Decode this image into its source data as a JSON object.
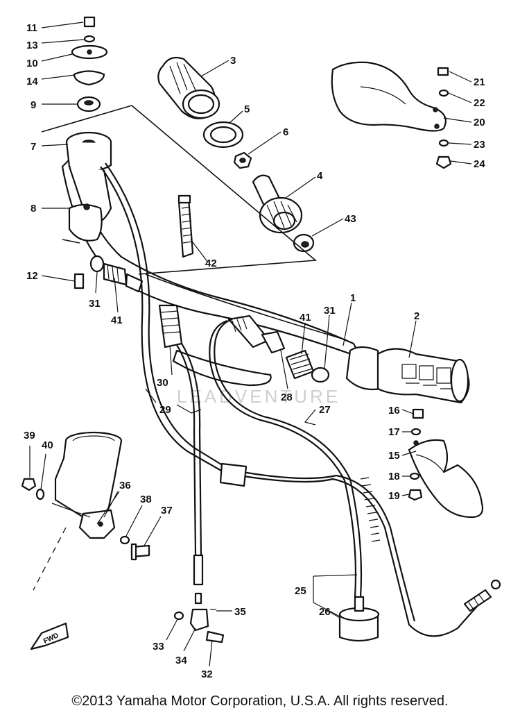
{
  "diagram": {
    "labels": [
      "11",
      "13",
      "10",
      "14",
      "9",
      "7",
      "8",
      "12",
      "31",
      "41",
      "3",
      "5",
      "6",
      "4",
      "43",
      "42",
      "21",
      "22",
      "20",
      "23",
      "24",
      "1",
      "2",
      "41",
      "31",
      "28",
      "30",
      "29",
      "27",
      "16",
      "17",
      "15",
      "18",
      "19",
      "39",
      "40",
      "36",
      "38",
      "37",
      "25",
      "26",
      "35",
      "33",
      "34",
      "32"
    ],
    "watermark": "LEADVENTURE",
    "fwd_arrow": "FWD"
  },
  "footer": {
    "copyright": "©2013 Yamaha Motor Corporation, U.S.A. All rights reserved."
  }
}
